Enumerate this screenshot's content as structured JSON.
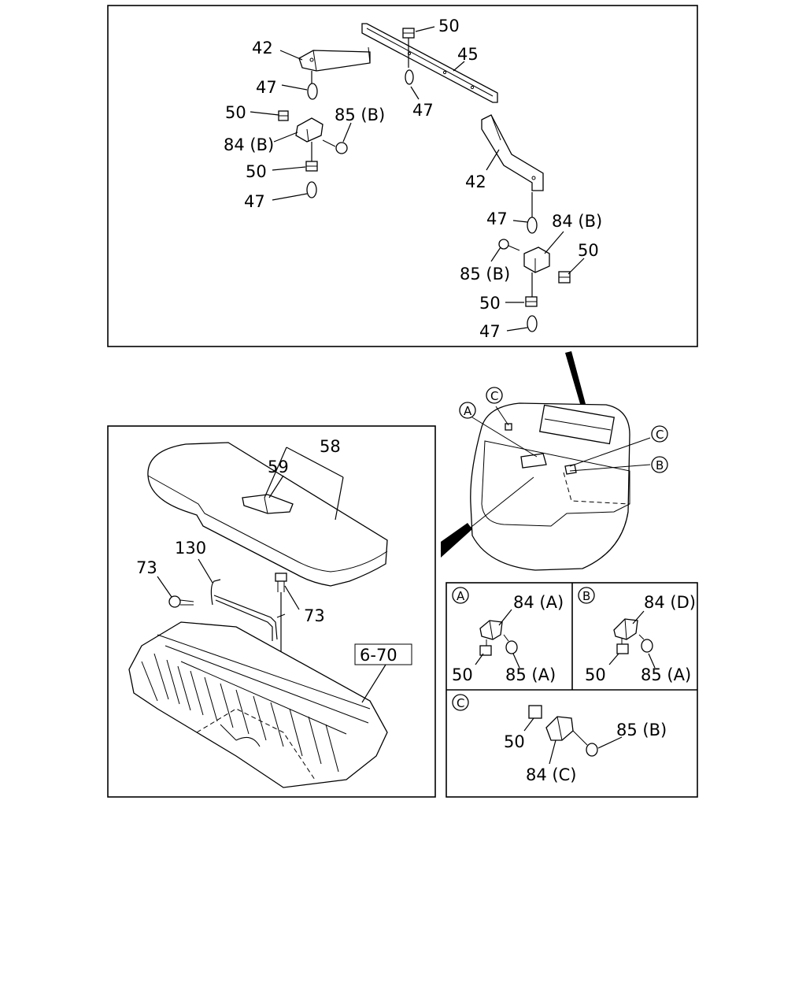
{
  "top_panel": {
    "callouts": {
      "c50_top": "50",
      "c45": "45",
      "c42_left": "42",
      "c47_a": "47",
      "c47_b": "47",
      "c50_b": "50",
      "c85b_a": "85 (B)",
      "c84b_a": "84 (B)",
      "c50_c": "50",
      "c47_c": "47",
      "c42_right": "42",
      "c47_d": "47",
      "c84b_b": "84 (B)",
      "c50_d": "50",
      "c85b_b": "85 (B)",
      "c50_e": "50",
      "c47_e": "47"
    }
  },
  "vehicle_view": {
    "bubbles": {
      "a": "A",
      "b": "B",
      "c_top": "C",
      "c_right": "C"
    }
  },
  "cargo_panel": {
    "callouts": {
      "c58": "58",
      "c59": "59",
      "c130": "130",
      "c73_left": "73",
      "c73_right": "73",
      "ref": "6-70"
    }
  },
  "detail_a": {
    "bubble": "A",
    "bracket": "84 (A)",
    "nut": "50",
    "screw": "85 (A)"
  },
  "detail_b": {
    "bubble": "B",
    "bracket": "84 (D)",
    "nut": "50",
    "screw": "85 (A)"
  },
  "detail_c": {
    "bubble": "C",
    "nut": "50",
    "screw": "85 (B)",
    "bracket": "84 (C)"
  }
}
